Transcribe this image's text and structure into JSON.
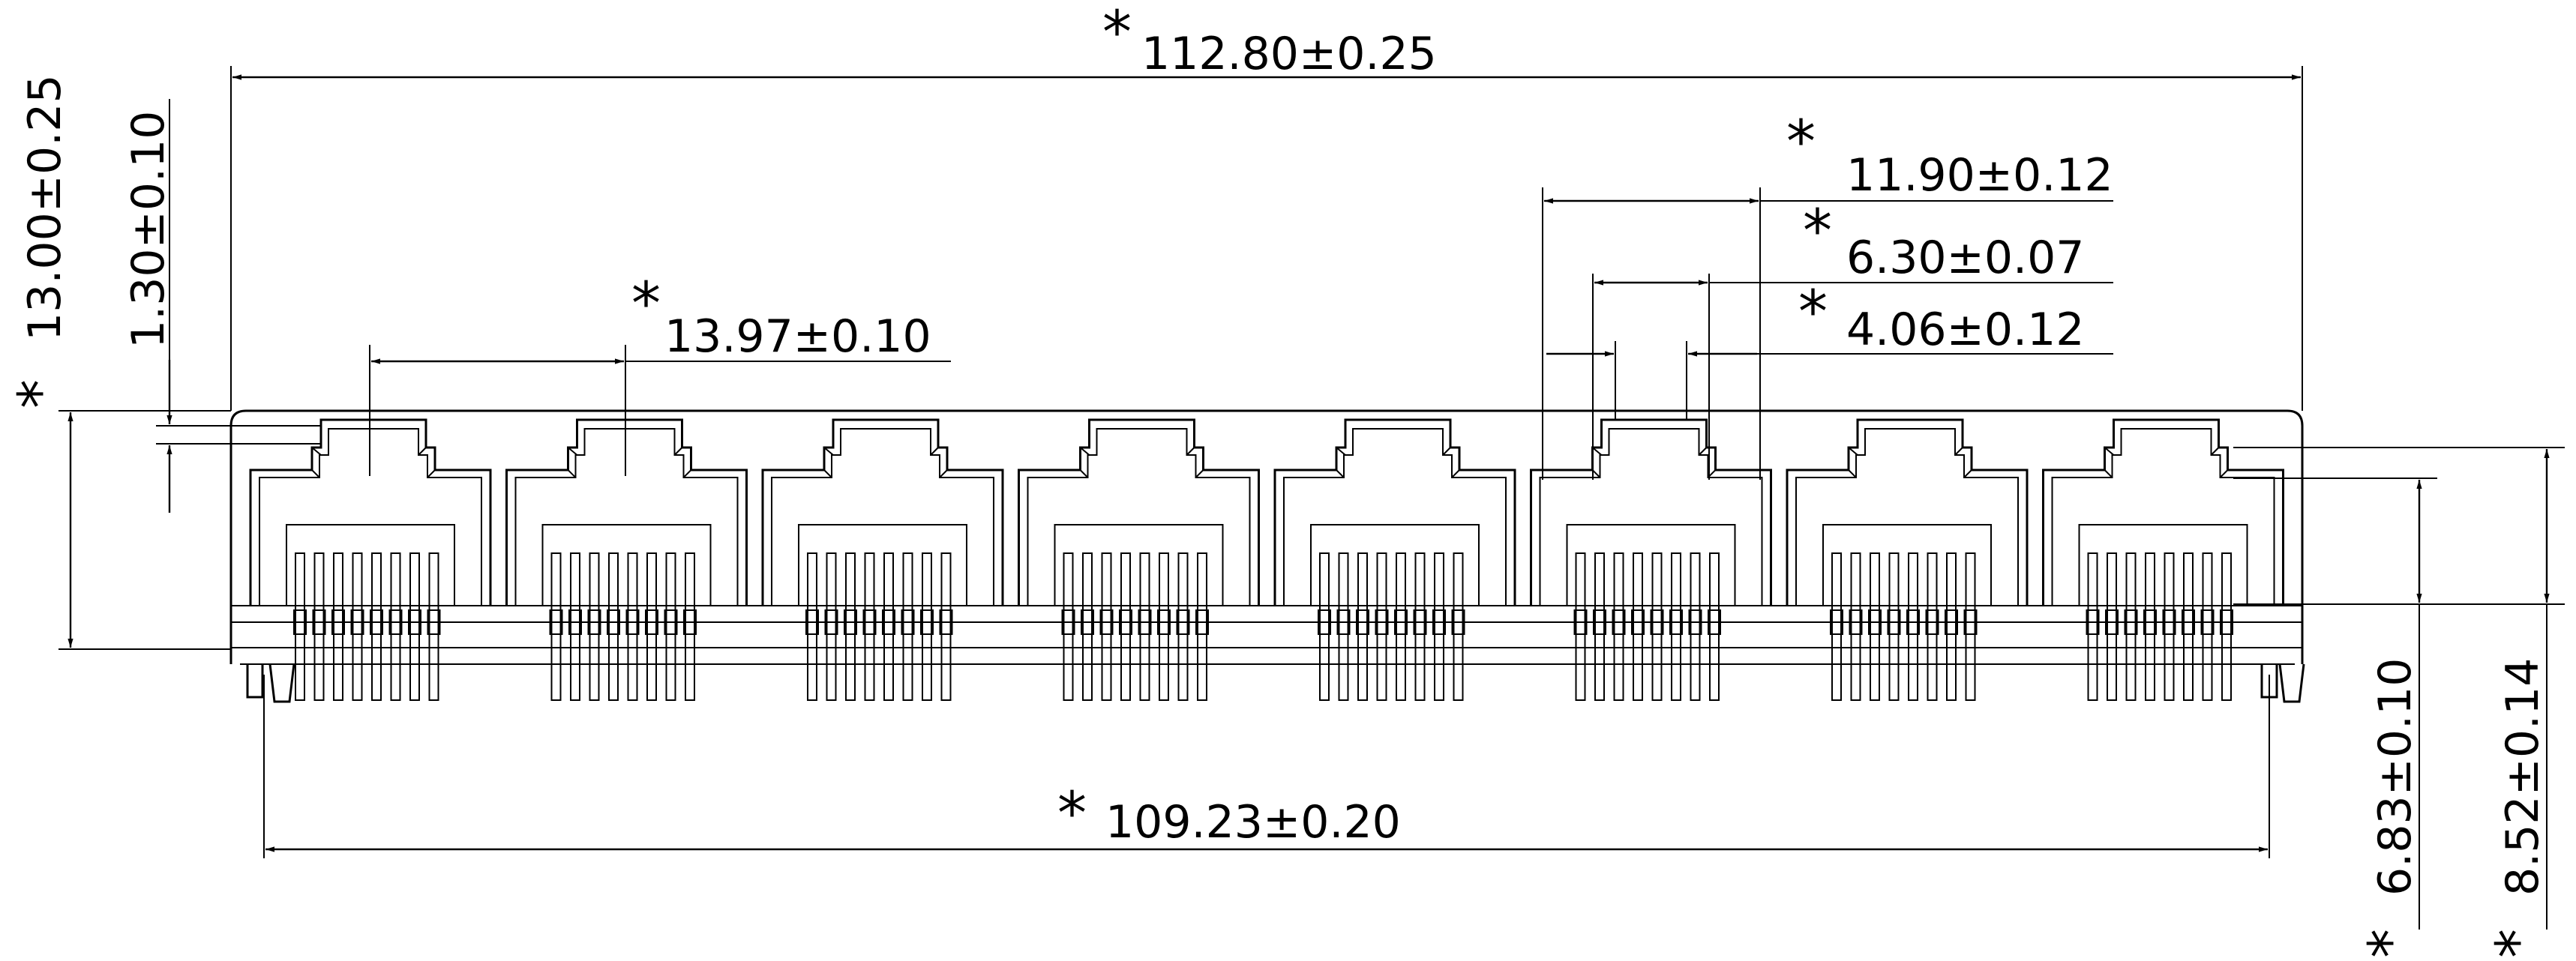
{
  "title": "8-port RJ45 connector front view dimension drawing",
  "colors": {
    "line": "#000000",
    "background": "#ffffff"
  },
  "port_count": 8,
  "pins_per_port": 8,
  "dimensions": {
    "overall_length": "112.80±0.25",
    "pin_span": "109.23±0.20",
    "port_pitch": "13.97±0.10",
    "port_opening_width": "11.90±0.12",
    "latch_outer_width": "6.30±0.07",
    "latch_inner_width": "4.06±0.12",
    "overall_height": "13.00±0.25",
    "top_offset": "1.30±0.10",
    "port_height_a": "6.83±0.10",
    "port_height_b": "8.52±0.14"
  },
  "critical_marker": "*"
}
